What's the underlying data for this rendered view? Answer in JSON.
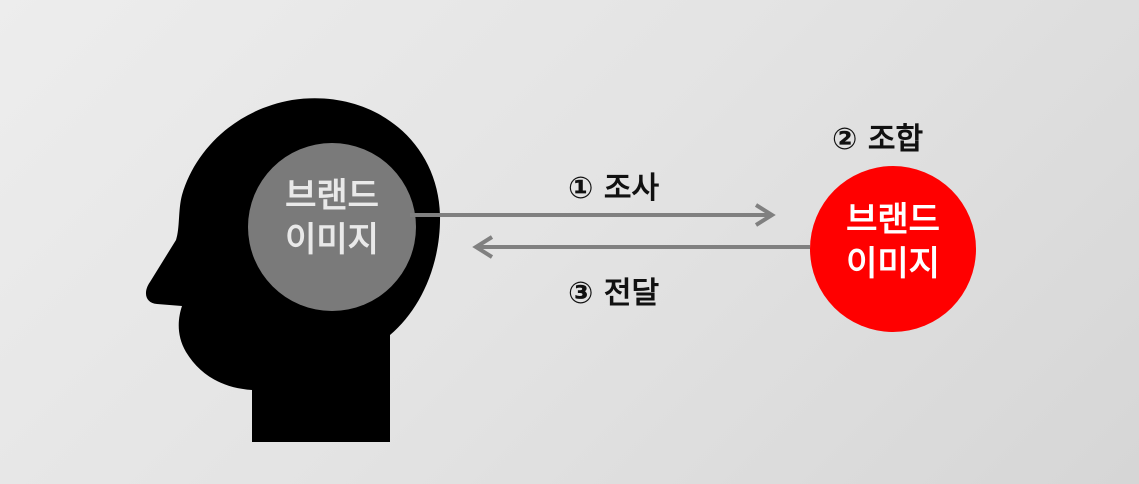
{
  "colors": {
    "head": "#000000",
    "brain": "#7a7a7a",
    "brand_circle": "#ff0000",
    "arrow": "#808080",
    "text_dark": "#111111"
  },
  "head": {
    "label_line1": "브랜드",
    "label_line2": "이미지"
  },
  "brand": {
    "label_line1": "브랜드",
    "label_line2": "이미지"
  },
  "steps": {
    "research": "① 조사",
    "combine": "② 조합",
    "deliver": "③ 전달"
  }
}
